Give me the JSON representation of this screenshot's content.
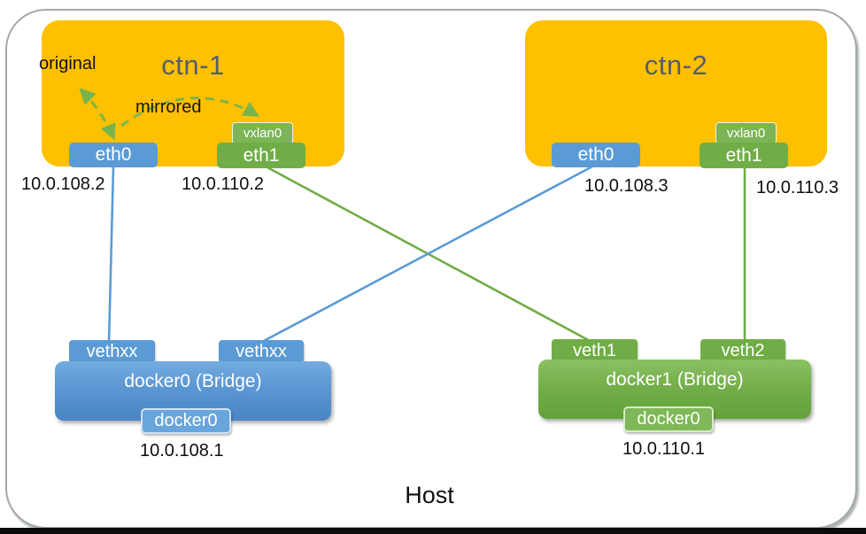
{
  "host": {
    "label": "Host"
  },
  "containers": [
    {
      "title": "ctn-1",
      "annotations": {
        "original": "original",
        "mirrored": "mirrored"
      },
      "interfaces": [
        {
          "name": "eth0",
          "ip": "10.0.108.2"
        },
        {
          "name": "eth1",
          "ip": "10.0.110.2",
          "tag": "vxlan0"
        }
      ]
    },
    {
      "title": "ctn-2",
      "interfaces": [
        {
          "name": "eth0",
          "ip": "10.0.108.3"
        },
        {
          "name": "eth1",
          "ip": "10.0.110.3",
          "tag": "vxlan0"
        }
      ]
    }
  ],
  "bridges": [
    {
      "title": "docker0 (Bridge)",
      "tag": "docker0",
      "ip": "10.0.108.1",
      "ports": [
        "vethxx",
        "vethxx"
      ]
    },
    {
      "title": "docker1 (Bridge)",
      "tag": "docker0",
      "ip": "10.0.110.1",
      "ports": [
        "veth1",
        "veth2"
      ]
    }
  ],
  "colors": {
    "container_fill": "#FFC000",
    "blue": "#5B9BD5",
    "green": "#70AD47",
    "title_text": "#535d6f",
    "arrow_green": "#76b54e",
    "host_border": "#a3a8a8"
  }
}
